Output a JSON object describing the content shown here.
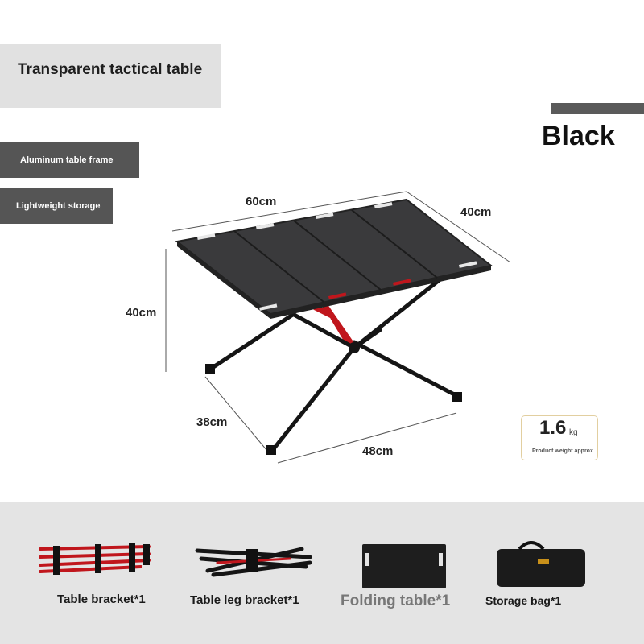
{
  "title": "Transparent tactical table",
  "color_name": "Black",
  "features": [
    "Aluminum table frame",
    "Lightweight storage"
  ],
  "dimensions": {
    "top_width": "60cm",
    "top_depth": "40cm",
    "height": "40cm",
    "base_depth": "38cm",
    "base_width": "48cm"
  },
  "weight": {
    "value": "1.6",
    "unit": "kg",
    "note": "Product weight approx"
  },
  "accessories": [
    {
      "label": "Table bracket*1",
      "icon": "red-pole-bundle-icon"
    },
    {
      "label": "Table leg bracket*1",
      "icon": "folded-leg-frame-icon"
    },
    {
      "label": "Folding table*1",
      "icon": "folded-tabletop-icon"
    },
    {
      "label": "Storage bag*1",
      "icon": "storage-bag-icon"
    }
  ],
  "colors": {
    "frame": "#1a1a1a",
    "accent_red": "#c0161c",
    "tabletop": "#3a3a3c",
    "tag_bg": "#555555",
    "band_bg": "#e4e4e4"
  }
}
